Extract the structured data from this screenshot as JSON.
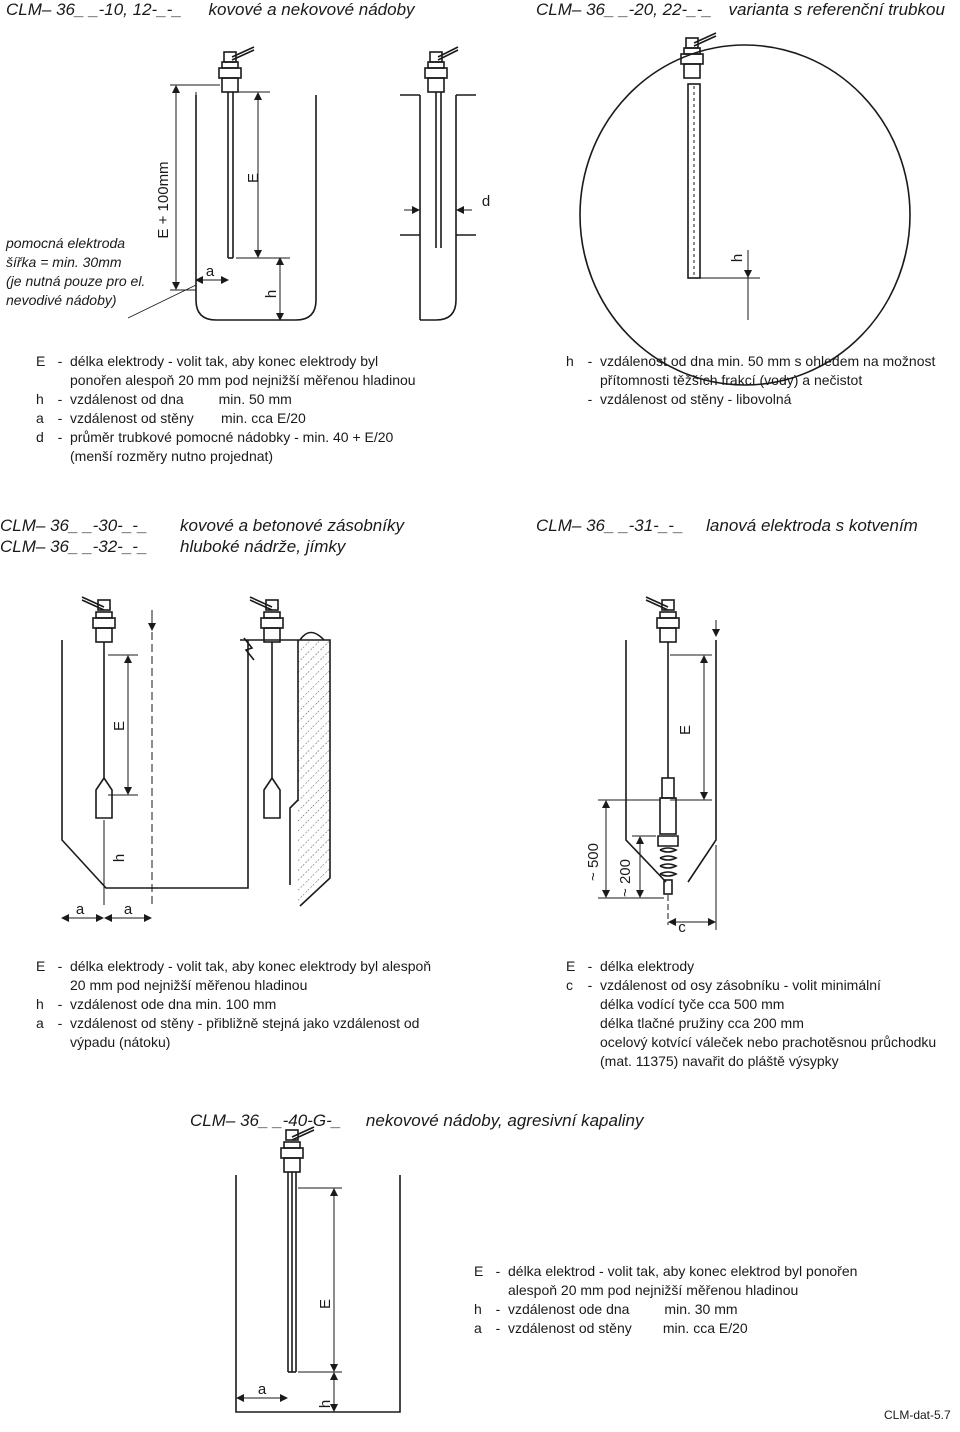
{
  "section1": {
    "left_code": "CLM– 36_ _-10, 12-_-_",
    "left_name": "kovové a nekovové nádoby",
    "right_code": "CLM– 36_ _-20, 22-_-_",
    "right_name": "varianta s referenční trubkou",
    "aux_note": [
      "pomocná  elektroda",
      "šířka = min. 30mm",
      "(je nutná pouze pro el.",
      "nevodivé nádoby)"
    ],
    "dim_total": "E + 100mm",
    "dim_E": "E",
    "dim_a": "a",
    "dim_h": "h",
    "dim_d": "d",
    "dim_h_right": "h",
    "legend_left": [
      {
        "k": "E",
        "t": "délka elektrody - volit tak, aby konec elektrody byl"
      },
      {
        "k": "",
        "t": "ponořen alespoň 20 mm pod nejnižší měřenou hladinou"
      },
      {
        "k": "h",
        "t": "vzdálenost od dna         min. 50 mm"
      },
      {
        "k": "a",
        "t": "vzdálenost od stěny       min. cca E/20"
      },
      {
        "k": "d",
        "t": "průměr trubkové pomocné nádobky - min. 40 + E/20"
      },
      {
        "k": "",
        "t": "(menší rozměry nutno projednat)"
      }
    ],
    "legend_right": [
      {
        "k": "h",
        "t": "vzdálenost od dna min. 50 mm s ohledem na možnost"
      },
      {
        "k": "",
        "t": "přítomnosti těžších frakcí (vody) a nečistot"
      },
      {
        "k": "",
        "t": "vzdálenost od stěny - libovolná"
      }
    ]
  },
  "section2": {
    "left_code1": "CLM– 36_ _-30-_-_",
    "left_name1": "kovové a betonové zásobníky",
    "left_code2": "CLM– 36_ _-32-_-_",
    "left_name2": "hluboké nádrže, jímky",
    "right_code": "CLM– 36_ _-31-_-_",
    "right_name": "lanová elektroda s kotvením",
    "dim_E": "E",
    "dim_h": "h",
    "dim_a1": "a",
    "dim_a2": "a",
    "dim_E_right": "E",
    "dim_500": "~ 500",
    "dim_200": "~ 200",
    "dim_c": "c",
    "legend_left": [
      {
        "k": "E",
        "t": "délka elektrody - volit tak, aby konec elektrody byl alespoň"
      },
      {
        "k": "",
        "t": "20 mm pod nejnižší měřenou hladinou"
      },
      {
        "k": "h",
        "t": "vzdálenost ode dna min. 100 mm"
      },
      {
        "k": "a",
        "t": "vzdálenost od stěny - přibližně stejná jako vzdálenost od"
      },
      {
        "k": "",
        "t": "výpadu (nátoku)"
      }
    ],
    "legend_right": [
      {
        "k": "E",
        "t": "délka elektrody"
      },
      {
        "k": "c",
        "t": "vzdálenost od osy zásobníku - volit minimální"
      },
      {
        "k": "",
        "t": "délka vodící tyče cca 500 mm"
      },
      {
        "k": "",
        "t": "délka tlačné pružiny cca 200 mm"
      },
      {
        "k": "",
        "t": "ocelový kotvící váleček nebo prachotěsnou průchodku"
      },
      {
        "k": "",
        "t": "(mat. 11375) navařit do pláště výsypky"
      }
    ]
  },
  "section3": {
    "code": "CLM– 36_ _-40-G-_",
    "name": "nekovové nádoby, agresivní kapaliny",
    "dim_E": "E",
    "dim_a": "a",
    "dim_h": "h",
    "legend": [
      {
        "k": "E",
        "t": "délka elektrod - volit tak, aby konec elektrod byl ponořen"
      },
      {
        "k": "",
        "t": "alespoň 20 mm pod nejnižší měřenou hladinou"
      },
      {
        "k": "h",
        "t": "vzdálenost ode dna         min. 30 mm"
      },
      {
        "k": "a",
        "t": "vzdálenost od stěny        min. cca E/20"
      }
    ]
  },
  "footer": "CLM-dat-5.7"
}
